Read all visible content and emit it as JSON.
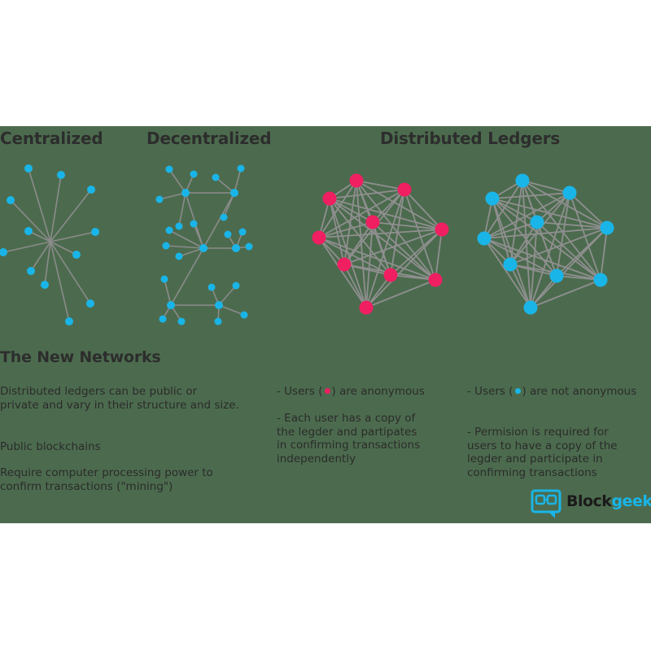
{
  "headings": {
    "centralized": "Centralized",
    "decentralized": "Decentralized",
    "distributed": "Distributed Ledgers",
    "new_networks": "The New Networks"
  },
  "colors": {
    "panel_background": "#4c6b4e",
    "blue_node": "#19b5e8",
    "pink_node": "#ef1f62",
    "edge": "#8b8b8b",
    "text": "#2b2b2b"
  },
  "text": {
    "intro": "Distributed ledgers can be public or\nprivate and vary in their structure and size.",
    "public_blockchains": "Public blockchains",
    "mining": "Require computer processing power to\nconfirm transactions (\"mining\")",
    "public_users_prefix": "- Users (",
    "public_users_suffix": ") are anonymous",
    "public_desc": "- Each user has a copy of\nthe legder and partipates\nin confirming transactions\nindependently",
    "private_users_prefix": "- Users (",
    "private_users_suffix": ") are  not anonymous",
    "private_desc": "- Permision is required for\nusers to have a copy of the\nlegder and participate in\nconfirming transactions"
  },
  "logo": {
    "part1": "Block",
    "part2": "geeks",
    "icon": "blockgeeks-logo-icon"
  }
}
